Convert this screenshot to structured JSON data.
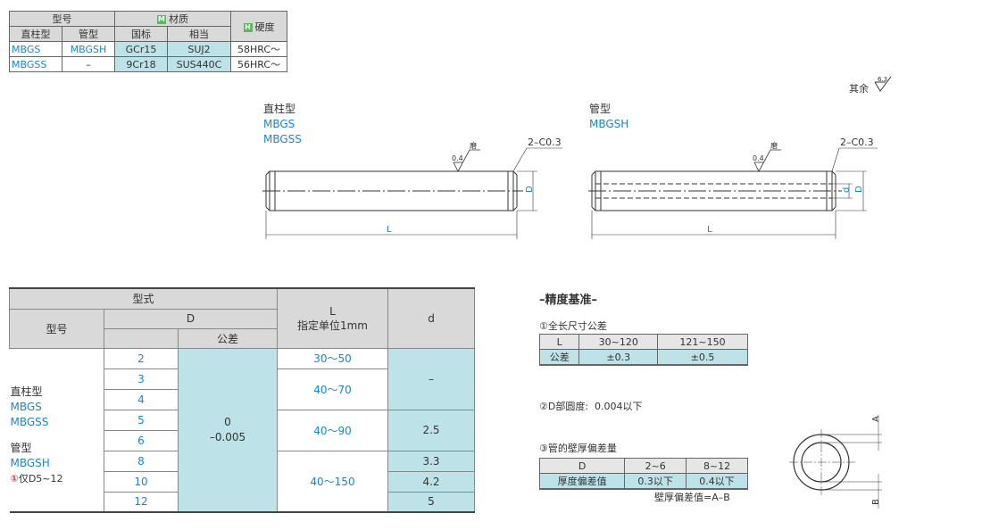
{
  "material_table": {
    "header_model": "型号",
    "header_material": "材质",
    "header_hardness": "硬度",
    "material_badge": "M",
    "hardness_badge": "H",
    "sub_straight": "直柱型",
    "sub_tube": "管型",
    "sub_gb": "国标",
    "sub_equiv": "相当",
    "rows": [
      {
        "straight": "MBGS",
        "tube": "MBGSH",
        "gb": "GCr15",
        "equiv": "SUJ2",
        "hardness": "58HRC～"
      },
      {
        "straight": "MBGSS",
        "tube": "–",
        "gb": "9Cr18",
        "equiv": "SUS440C",
        "hardness": "56HRC～"
      }
    ]
  },
  "surface_note": {
    "label": "其余",
    "value": "6.3"
  },
  "drawing_left": {
    "type_label": "直柱型",
    "model1": "MBGS",
    "model2": "MBGSS",
    "roughness": "0.4",
    "grind": "磨",
    "chamfer": "2–C0.3",
    "dim_D": "D",
    "dim_L": "L"
  },
  "drawing_right": {
    "type_label": "管型",
    "model1": "MBGSH",
    "roughness": "0.4",
    "grind": "磨",
    "chamfer": "2–C0.3",
    "dim_d": "d",
    "dim_D": "D",
    "dim_L": "L"
  },
  "spec_table": {
    "header_type": "型式",
    "header_model": "型号",
    "header_D": "D",
    "header_tolerance": "公差",
    "header_L": "L",
    "header_L_sub": "指定单位1mm",
    "header_d": "d",
    "left_label_1": "直柱型",
    "left_model_1": "MBGS",
    "left_model_2": "MBGSS",
    "left_label_2": "管型",
    "left_model_3": "MBGSH",
    "left_note": "仅D5~12",
    "note_icon": "!",
    "D_values": [
      "2",
      "3",
      "4",
      "5",
      "6",
      "8",
      "10",
      "12"
    ],
    "tolerance_upper": "0",
    "tolerance_lower": "–0.005",
    "L_ranges": [
      "30～50",
      "40～70",
      "40～90",
      "40～150"
    ],
    "d_values": [
      "–",
      "2.5",
      "3.3",
      "4.2",
      "5"
    ]
  },
  "accuracy": {
    "title": "–精度基准–",
    "item1_title": "①全长尺寸公差",
    "item1_headers": [
      "L",
      "30~120",
      "121~150"
    ],
    "item1_row": [
      "公差",
      "±0.3",
      "±0.5"
    ],
    "item2_title": "②D部圆度:",
    "item2_value": "0.004以下",
    "item3_title": "③管的壁厚偏差量",
    "item3_headers": [
      "D",
      "2~6",
      "8~12"
    ],
    "item3_row": [
      "厚度偏差值",
      "0.3以下",
      "0.4以下"
    ],
    "item3_note": "壁厚偏差值=A–B",
    "label_A": "A",
    "label_B": "B"
  }
}
